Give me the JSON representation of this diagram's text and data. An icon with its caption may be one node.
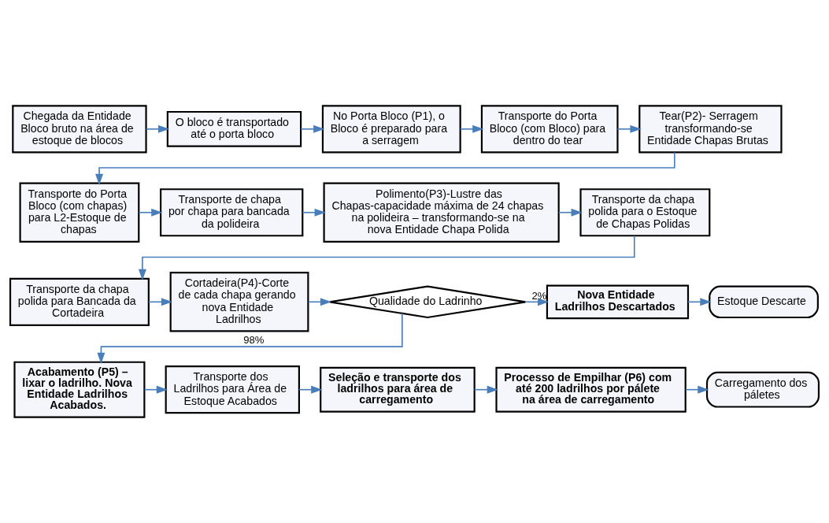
{
  "diagram": {
    "nodes": [
      {
        "text": [
          "Chegada da Entidade Bloco bruto na área de estoque de blocos"
        ]
      },
      {
        "text": [
          "O bloco é transportado até o porta bloco"
        ]
      },
      {
        "text": [
          "No Porta Bloco (P1), o Bloco é preparado para a serragem"
        ]
      },
      {
        "text": [
          "Transporte do Porta Bloco (com Bloco) para dentro do tear"
        ]
      },
      {
        "text": [
          "Tear(P2)- Serragem transformando-se Entidade Chapas Brutas"
        ]
      },
      {
        "text": [
          "Transporte do Porta Bloco (com chapas) para L2-Estoque de chapas"
        ]
      },
      {
        "text": [
          "Transporte de chapa por chapa para bancada da polideira"
        ]
      },
      {
        "text": [
          "Polimento(P3)-Lustre das Chapas-capacidade máxima de 24 chapas na polideira – transformando-se na nova Entidade Chapa Polida"
        ]
      },
      {
        "text": [
          "Transporte da chapa polida para o Estoque de Chapas Polidas"
        ]
      },
      {
        "text": [
          "Transporte da chapa polida para Bancada da Cortadeira"
        ]
      },
      {
        "text": [
          "Cortadeira(P4)-Corte de cada chapa gerando nova Entidade Ladrilhos"
        ]
      },
      {
        "text": [
          "Qualidade do Ladrinho"
        ]
      },
      {
        "text": [
          "Nova Entidade Ladrilhos Descartados"
        ]
      },
      {
        "text": [
          "Estoque Descarte"
        ]
      },
      {
        "text": [
          "Carregamento dos páletes"
        ]
      },
      {
        "text": [
          "Acabamento (P5) – lixar o ladrilho. Nova Entidade Ladrilhos Acabados."
        ]
      },
      {
        "text": [
          "Transporte dos Ladrilhos para Área de Estoque Acabados"
        ]
      },
      {
        "text": [
          "Seleção e transporte dos ladrilhos para área de carregamento"
        ]
      },
      {
        "text": [
          "Processo de Empilhar (P6) com até 200 ladrilhos por pálete na área de carregamento"
        ]
      }
    ],
    "edges": [
      {
        "from": 0,
        "to": 1,
        "arrow": "to"
      },
      {
        "from": 1,
        "to": 2,
        "arrow": "to"
      },
      {
        "from": 2,
        "to": 3,
        "arrow": "to"
      },
      {
        "from": 3,
        "to": 4,
        "arrow": "to"
      },
      {
        "from": 4,
        "to": 5,
        "arrow": "to"
      },
      {
        "from": 5,
        "to": 6,
        "arrow": "to"
      },
      {
        "from": 6,
        "to": 7,
        "arrow": "to"
      },
      {
        "from": 7,
        "to": 8,
        "arrow": "to"
      },
      {
        "from": 8,
        "to": 9,
        "arrow": "to"
      },
      {
        "from": 9,
        "to": 10,
        "arrow": "to"
      },
      {
        "from": 10,
        "to": 11,
        "arrow": "to"
      },
      {
        "from": 11,
        "to": 12,
        "arrow": "to",
        "label": "2%"
      },
      {
        "from": 12,
        "to": 13,
        "arrow": "to"
      },
      {
        "from": 11,
        "to": 15,
        "arrow": "to",
        "label": "98%"
      },
      {
        "from": 15,
        "to": 16,
        "arrow": "to"
      },
      {
        "from": 16,
        "to": 17,
        "arrow": "to"
      },
      {
        "from": 17,
        "to": 18,
        "arrow": "to"
      },
      {
        "from": 18,
        "to": 14,
        "arrow": "to"
      }
    ]
  }
}
